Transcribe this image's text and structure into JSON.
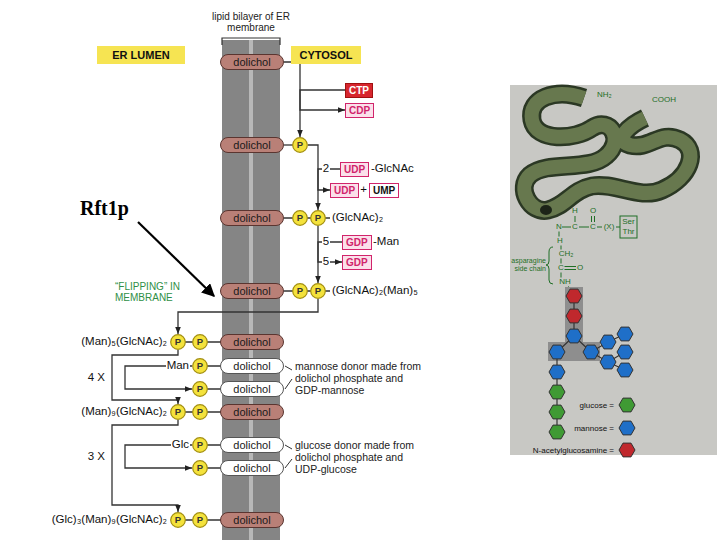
{
  "diagram": {
    "nodes": [
      {
        "text": [
          "ER LUMEN"
        ]
      },
      {
        "text": [
          "CYTOSOL"
        ]
      },
      {
        "text": [
          "dolichol"
        ]
      },
      {
        "text": [
          "CTP"
        ]
      },
      {
        "text": [
          "CDP"
        ]
      },
      {
        "text": [
          "dolichol"
        ]
      },
      {
        "text": [
          "P"
        ]
      },
      {
        "text": [
          "UDP"
        ]
      },
      {
        "text": [
          "UDP"
        ]
      },
      {
        "text": [
          "UMP"
        ]
      },
      {
        "text": [
          "dolichol"
        ]
      },
      {
        "text": [
          "P"
        ]
      },
      {
        "text": [
          "P"
        ]
      },
      {
        "text": [
          "GDP"
        ]
      },
      {
        "text": [
          "GDP"
        ]
      },
      {
        "text": [
          "dolichol"
        ]
      },
      {
        "text": [
          "P"
        ]
      },
      {
        "text": [
          "P"
        ]
      },
      {
        "text": [
          "P"
        ]
      },
      {
        "text": [
          "P"
        ]
      },
      {
        "text": [
          "dolichol"
        ]
      },
      {
        "text": [
          "P"
        ]
      },
      {
        "text": [
          "dolichol"
        ]
      },
      {
        "text": [
          "P"
        ]
      },
      {
        "text": [
          "dolichol"
        ]
      },
      {
        "text": [
          "P"
        ]
      },
      {
        "text": [
          "P"
        ]
      },
      {
        "text": [
          "dolichol"
        ]
      },
      {
        "text": [
          "P"
        ]
      },
      {
        "text": [
          "dolichol"
        ]
      },
      {
        "text": [
          "P"
        ]
      },
      {
        "text": [
          "dolichol"
        ]
      },
      {
        "text": [
          "P"
        ]
      },
      {
        "text": [
          "P"
        ]
      },
      {
        "text": [
          "dolichol"
        ]
      }
    ],
    "edges": [
      {
        "from": 2,
        "to": 6,
        "arrow": "to"
      },
      {
        "from": 3,
        "to": 4,
        "arrow": "to"
      },
      {
        "from": 6,
        "to": 12,
        "arrow": "to"
      },
      {
        "from": 7,
        "to": 8,
        "arrow": "to"
      },
      {
        "from": 12,
        "to": 17,
        "arrow": "to"
      },
      {
        "from": 13,
        "to": 14,
        "arrow": "to"
      },
      {
        "from": 17,
        "to": 18,
        "arrow": "to"
      },
      {
        "from": 18,
        "to": 25,
        "arrow": "to"
      },
      {
        "from": 21,
        "to": 23,
        "arrow": "to"
      },
      {
        "from": 25,
        "to": 32,
        "arrow": "to"
      },
      {
        "from": 28,
        "to": 30,
        "arrow": "to"
      }
    ],
    "labels": [
      "lipid bilayer of ER membrane",
      "Rft1p",
      "2",
      "-GlcNAc",
      "+",
      "5",
      "-Man",
      "5",
      "(GlcNAc)₂",
      "(GlcNAc)₂(Man)₅",
      "“FLIPPING” IN MEMBRANE",
      "(Man)₅(GlcNAc)₂",
      "4 X",
      "Man",
      "mannose donor made from dolichol phosphate and GDP-mannose",
      "(Man)₉(GlcNAc)₂",
      "3 X",
      "Glc",
      "glucose donor made from dolichol phosphate and UDP-glucose",
      "(Glc)₃(Man)₉(GlcNAc)₂",
      "NH₂",
      "COOH",
      "H",
      "O",
      "N",
      "C",
      "C",
      "(X)",
      "Ser",
      "Thr",
      "H",
      "CH₂",
      "C",
      "O",
      "NH",
      "asparagine side chain"
    ],
    "legend": [
      {
        "text": "glucose =",
        "color": "#3f9a34"
      },
      {
        "text": "mannose =",
        "color": "#1f6fc8"
      },
      {
        "text": "N-acetylglucosamine =",
        "color": "#c0282d"
      }
    ]
  }
}
